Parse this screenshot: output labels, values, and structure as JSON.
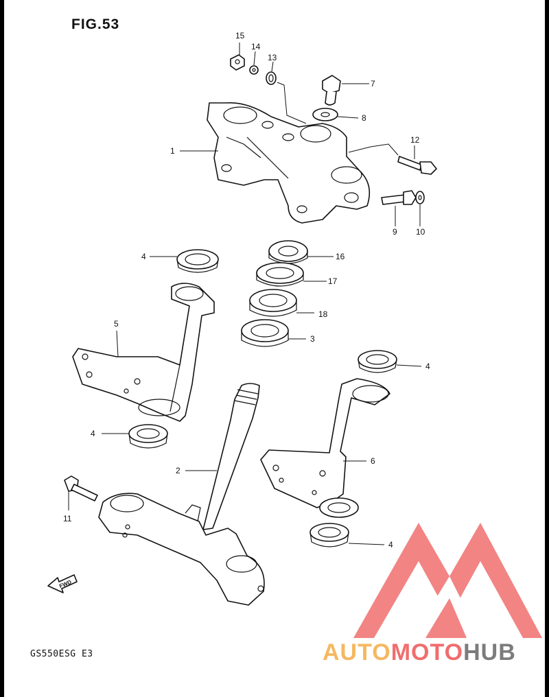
{
  "figure": {
    "title": "FIG.53",
    "model": "GS550ESG  E3"
  },
  "watermark": {
    "part1": "AUTO",
    "part2": "MOTO",
    "part3": "HUB"
  },
  "colors": {
    "watermark_red": "#f06e6e",
    "watermark_yellow": "#f5b860",
    "watermark_gray": "#7c7c7c",
    "line": "#111111"
  },
  "callouts": [
    {
      "num": "15"
    },
    {
      "num": "14"
    },
    {
      "num": "13"
    },
    {
      "num": "7"
    },
    {
      "num": "8"
    },
    {
      "num": "12"
    },
    {
      "num": "1"
    },
    {
      "num": "9"
    },
    {
      "num": "10"
    },
    {
      "num": "4"
    },
    {
      "num": "16"
    },
    {
      "num": "17"
    },
    {
      "num": "18"
    },
    {
      "num": "3"
    },
    {
      "num": "5"
    },
    {
      "num": "4"
    },
    {
      "num": "4"
    },
    {
      "num": "6"
    },
    {
      "num": "2"
    },
    {
      "num": "11"
    },
    {
      "num": "4"
    }
  ],
  "fwd_label": "FWD"
}
